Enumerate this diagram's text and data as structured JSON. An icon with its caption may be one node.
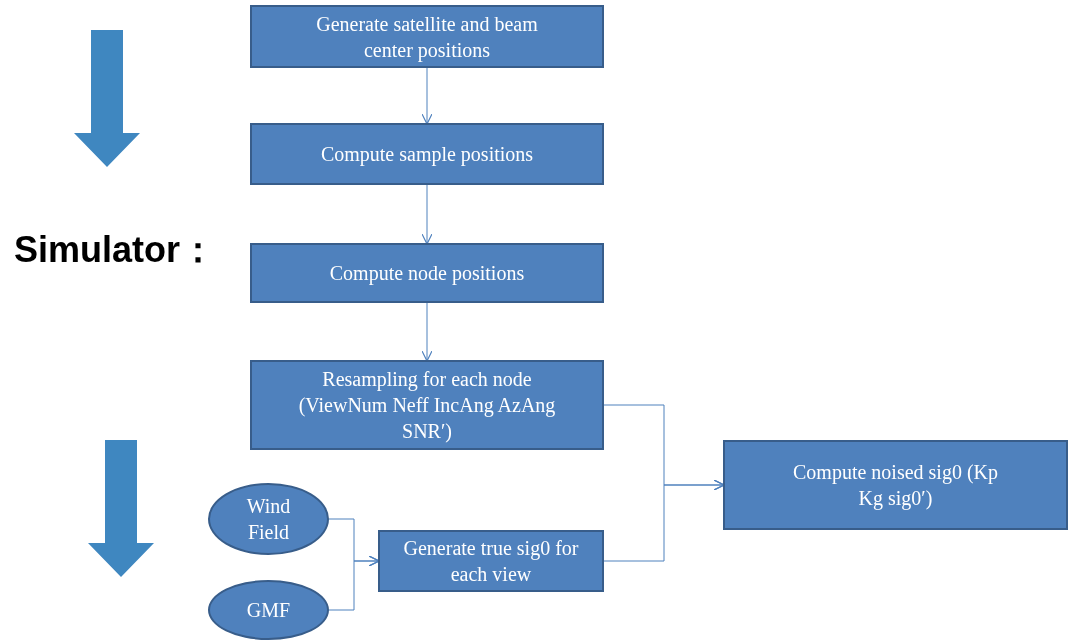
{
  "diagram": {
    "nodes": [
      {
        "text": [
          "Generate satellite and beam center positions"
        ]
      },
      {
        "text": [
          "Compute sample positions"
        ]
      },
      {
        "text": [
          "Compute node positions"
        ]
      },
      {
        "text": [
          "Resampling for each node (ViewNum Neff  IncAng AzAng SNR′)"
        ]
      },
      {
        "text": [
          "Wind Field"
        ]
      },
      {
        "text": [
          "GMF"
        ]
      },
      {
        "text": [
          "Generate true sig0 for each view"
        ]
      },
      {
        "text": [
          "Compute noised sig0 (Kp Kg sig0′)"
        ]
      }
    ],
    "edges": [
      {
        "from": 0,
        "to": 1,
        "arrow": "to"
      },
      {
        "from": 1,
        "to": 2,
        "arrow": "to"
      },
      {
        "from": 2,
        "to": 3,
        "arrow": "to"
      },
      {
        "from": 3,
        "to": 7,
        "arrow": "to"
      },
      {
        "from": 6,
        "to": 7,
        "arrow": "to"
      },
      {
        "from": 4,
        "to": 6,
        "arrow": "to"
      },
      {
        "from": 5,
        "to": 6,
        "arrow": "to"
      }
    ],
    "labels": [
      "Simulator："
    ]
  }
}
